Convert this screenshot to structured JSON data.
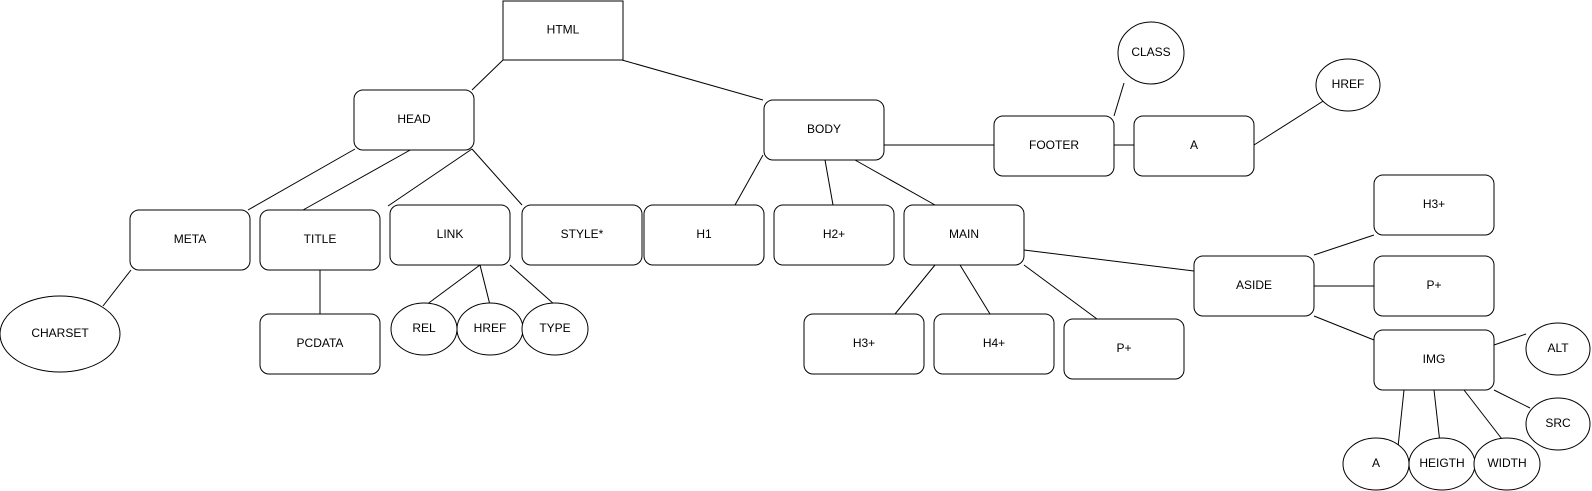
{
  "nodes": {
    "html": "HTML",
    "head": "HEAD",
    "body": "BODY",
    "footer": "FOOTER",
    "footer_class": "CLASS",
    "footer_a": "A",
    "footer_a_href": "HREF",
    "meta": "META",
    "meta_charset": "CHARSET",
    "title": "TITLE",
    "pcdata": "PCDATA",
    "link": "LINK",
    "link_rel": "REL",
    "link_href": "HREF",
    "link_type": "TYPE",
    "style": "STYLE*",
    "h1": "H1",
    "h2": "H2+",
    "main": "MAIN",
    "main_h3": "H3+",
    "main_h4": "H4+",
    "main_p": "P+",
    "aside": "ASIDE",
    "aside_h3": "H3+",
    "aside_p": "P+",
    "img": "IMG",
    "img_alt": "ALT",
    "img_src": "SRC",
    "img_a": "A",
    "img_heigth": "HEIGTH",
    "img_width": "WIDTH"
  }
}
